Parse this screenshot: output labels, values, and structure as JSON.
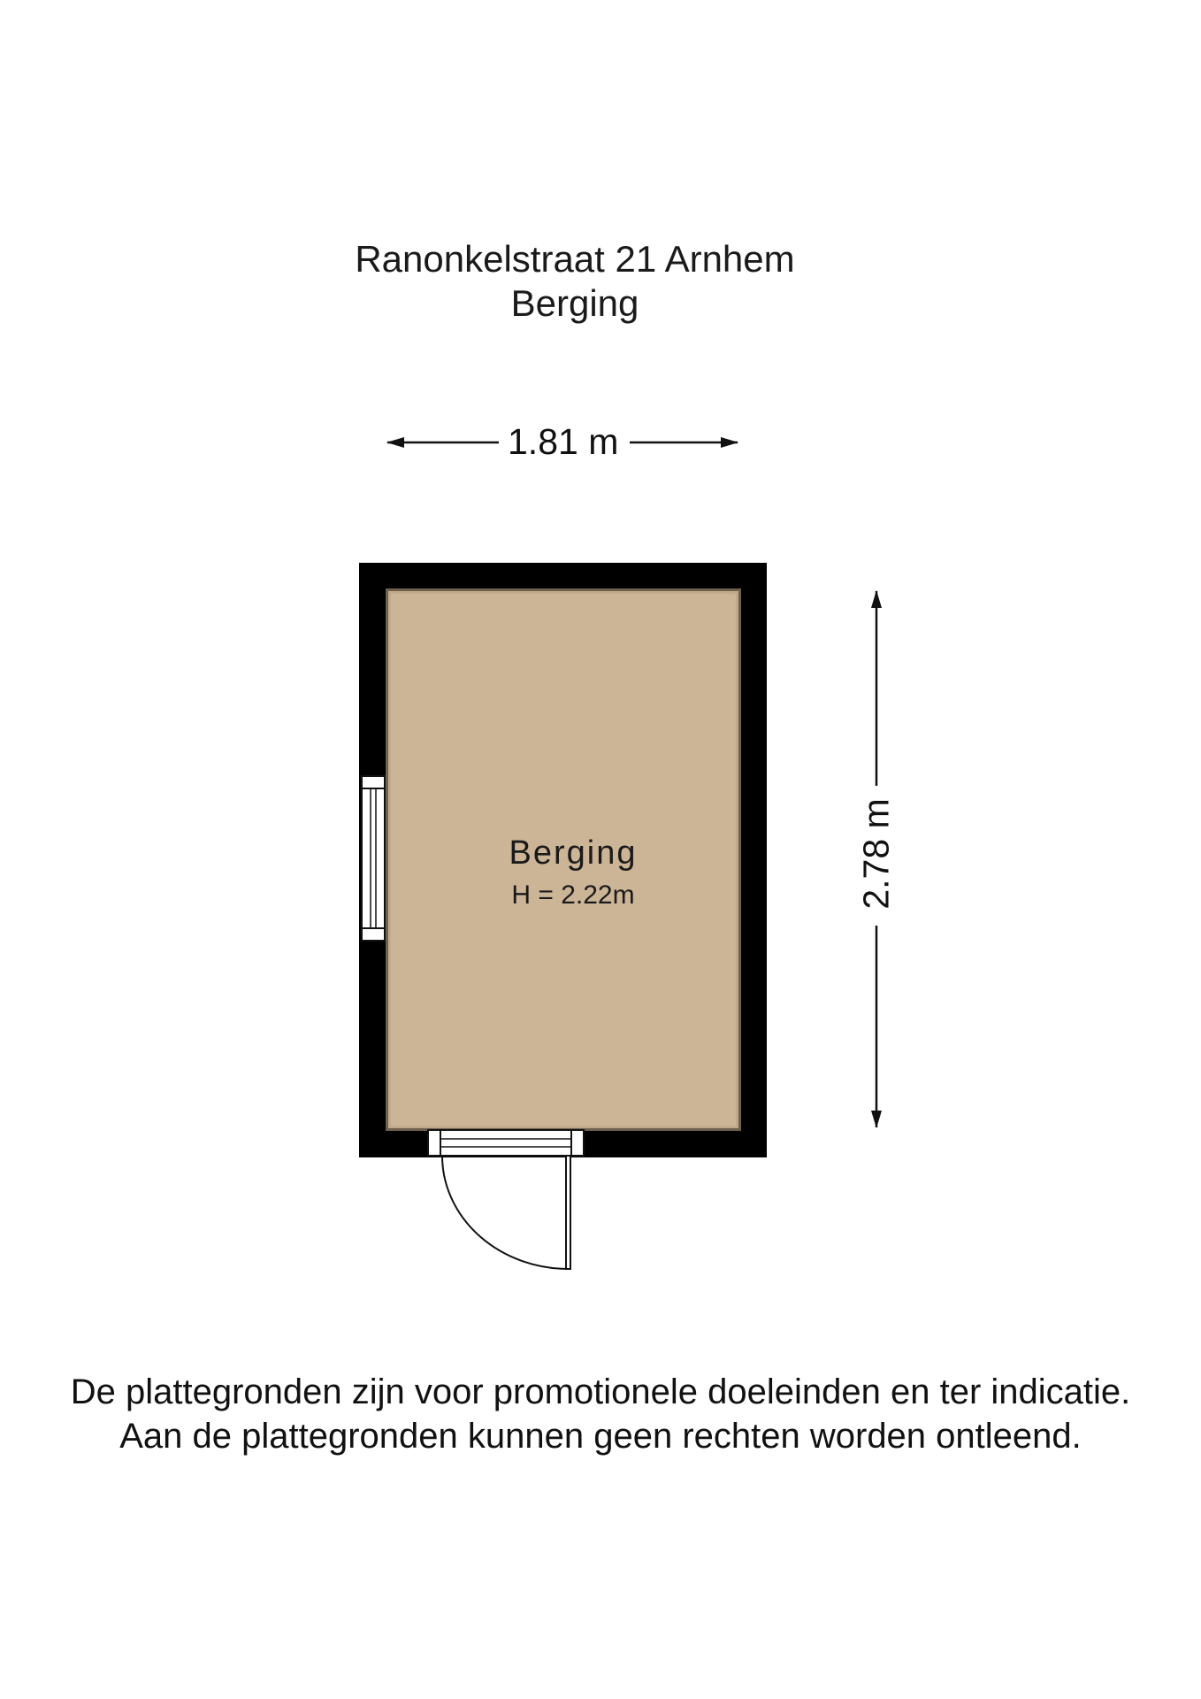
{
  "header": {
    "address": "Ranonkelstraat 21 Arnhem",
    "floor": "Berging"
  },
  "dimensions": {
    "width": "1.81 m",
    "height": "2.78 m"
  },
  "room": {
    "name": "Berging",
    "ceiling_height": "H = 2.22m"
  },
  "disclaimer": {
    "line1": "De plattegronden zijn voor promotionele doeleinden en ter indicatie.",
    "line2": "Aan de plattegronden kunnen geen rechten worden ontleend."
  },
  "colors": {
    "wall": "#000000",
    "floor": "#ccb597",
    "background": "#ffffff"
  }
}
